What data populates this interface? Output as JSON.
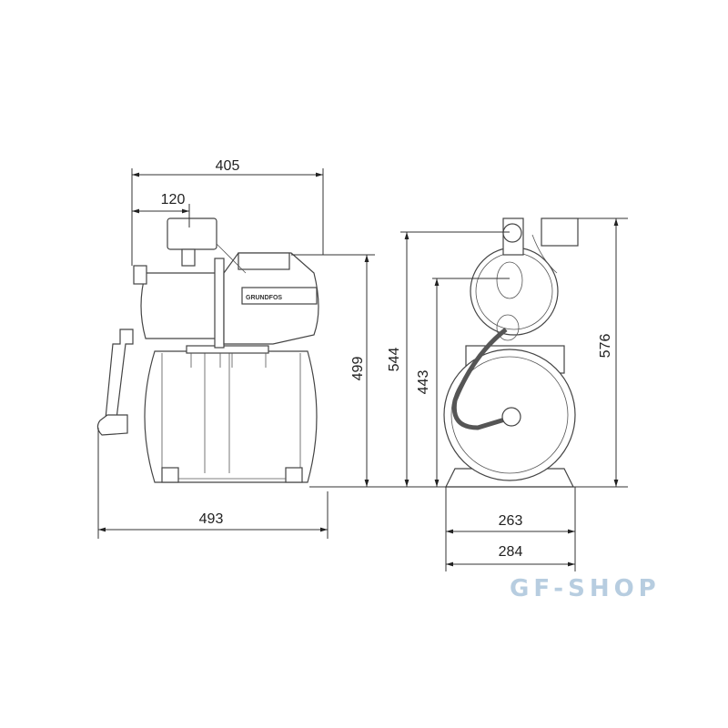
{
  "dimensions": {
    "side_width_total": "405",
    "side_inlet_offset": "120",
    "side_height_motor": "499",
    "side_length_total": "493",
    "front_height_inlet": "544",
    "front_height_outlet": "443",
    "front_height_total": "576",
    "front_base_inner": "263",
    "front_base_outer": "284"
  },
  "motor_logo": "GRUNDFOS",
  "watermark": "GF-SHOP",
  "colors": {
    "line": "#333333",
    "watermark": "#b7cde0"
  }
}
